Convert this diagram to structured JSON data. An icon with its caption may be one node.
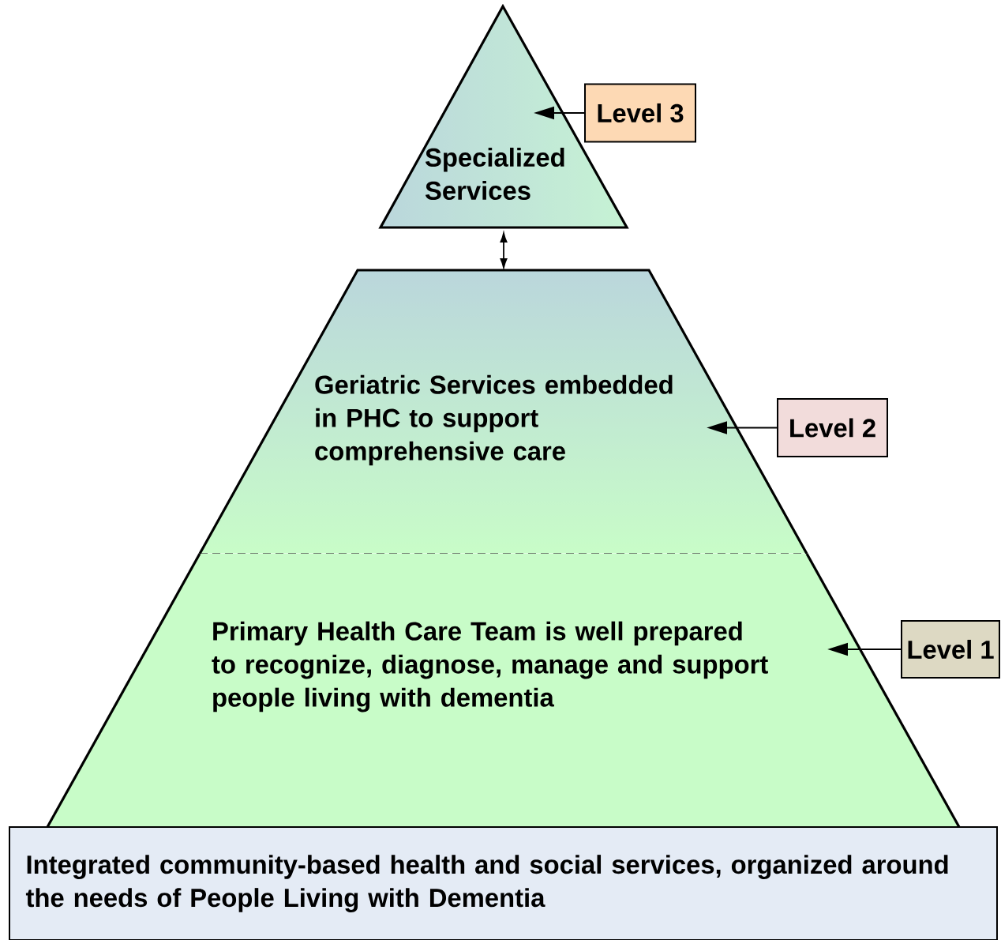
{
  "diagram": {
    "nodes": [
      {
        "text": [
          "Specialized Services"
        ]
      },
      {
        "text": [
          "Level 3"
        ]
      },
      {
        "text": [
          "Geriatric Services embedded in PHC to support comprehensive care"
        ]
      },
      {
        "text": [
          "Level 2"
        ]
      },
      {
        "text": [
          "Primary Health Care Team is well prepared to recognize, diagnose, manage and support people living with dementia"
        ]
      },
      {
        "text": [
          "Level 1"
        ]
      },
      {
        "text": [
          "Integrated community-based health and social services, organized around the needs of People Living with Dementia"
        ]
      }
    ],
    "edges": [
      {
        "from": 1,
        "to": 0,
        "arrow": "to"
      },
      {
        "from": 3,
        "to": 2,
        "arrow": "to"
      },
      {
        "from": 5,
        "to": 4,
        "arrow": "to"
      },
      {
        "from": 0,
        "to": 2,
        "arrow": "both"
      }
    ]
  }
}
